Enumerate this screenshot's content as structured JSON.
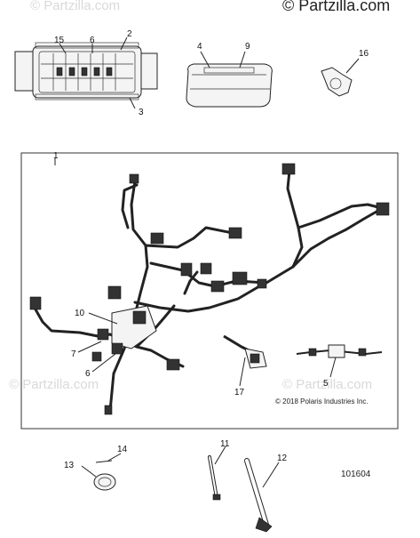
{
  "watermark": {
    "top_right": "© Partzilla.com",
    "top_left": "© Partzilla.com",
    "mid_left": "© Partzilla.com",
    "mid_right": "© Partzilla.com"
  },
  "copyright": "© 2018 Polaris Industries Inc.",
  "reference_number": "101604",
  "callouts": {
    "c1": "1",
    "c2": "2",
    "c3": "3",
    "c4": "4",
    "c5": "5",
    "c6_top": "6",
    "c6_harness": "6",
    "c7": "7",
    "c9": "9",
    "c10": "10",
    "c11": "11",
    "c12": "12",
    "c13": "13",
    "c14": "14",
    "c15": "15",
    "c16": "16",
    "c17": "17"
  }
}
